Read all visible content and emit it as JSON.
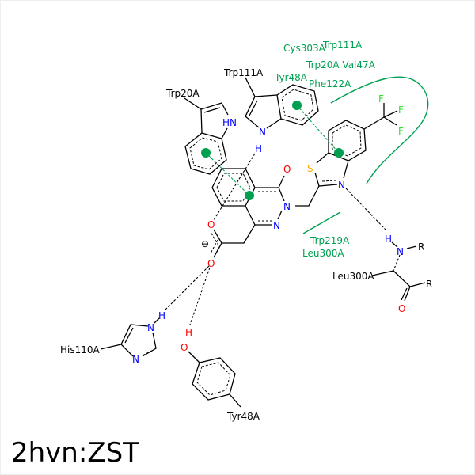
{
  "title": "2hvn:ZST",
  "residues": {
    "trp20": "Trp20A",
    "trp111": "Trp111A",
    "his110": "His110A",
    "tyr48": "Tyr48A",
    "leu300": "Leu300A"
  },
  "hydrophobic_labels": {
    "cys303": "Cys303A",
    "trp111": "Trp111A",
    "trp20_val47": "Trp20A Val47A",
    "tyr48": "Tyr48A",
    "phe122": "Phe122A",
    "trp219": "Trp219A",
    "leu300": "Leu300A"
  },
  "atoms": {
    "hn": "HN",
    "n": "N",
    "h": "H",
    "o": "O",
    "s": "S",
    "f": "F",
    "r": "R",
    "minus": "⊖"
  },
  "colors": {
    "hydrophobic": "#00a050",
    "nitrogen": "#0000ff",
    "oxygen": "#ff0000",
    "sulfur": "#ffaa00",
    "fluorine": "#33dd33"
  }
}
